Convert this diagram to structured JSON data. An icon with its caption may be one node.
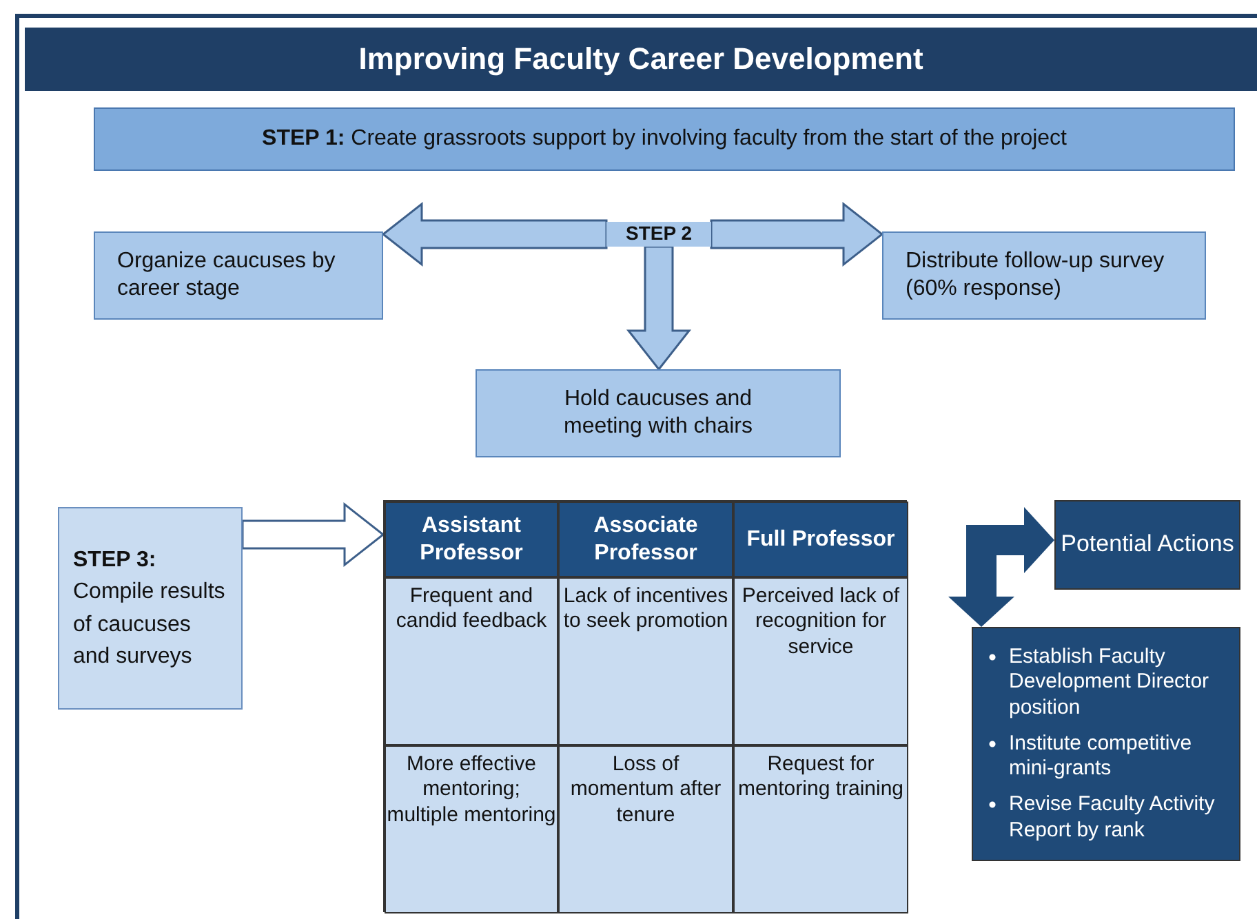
{
  "diagram": {
    "title": "Improving Faculty Career Development",
    "nodes": [
      {
        "text": [
          "**STEP 1:** Create grassroots support  by involving faculty from the start of the project"
        ]
      },
      {
        "text": [
          "Organize caucuses by career stage"
        ]
      },
      {
        "text": [
          "STEP 2"
        ]
      },
      {
        "text": [
          "Distribute follow-up survey  (60% response)"
        ]
      },
      {
        "text": [
          "Hold caucuses and meeting with chairs"
        ]
      },
      {
        "text": [
          "**STEP 3:** Compile results of caucuses and surveys"
        ]
      },
      {
        "text": [],
        "shape": "box"
      },
      {
        "text": [
          "Assistant Professor"
        ],
        "in": 6
      },
      {
        "text": [
          "Associate Professor"
        ],
        "in": 6
      },
      {
        "text": [
          "Full Professor"
        ],
        "in": 6
      },
      {
        "text": [
          "Frequent and candid feedback"
        ],
        "in": 6
      },
      {
        "text": [
          "Lack of incentives to seek promotion"
        ],
        "in": 6
      },
      {
        "text": [
          "Perceived lack of recognition for service"
        ],
        "in": 6
      },
      {
        "text": [
          "More effective mentoring; multiple mentoring"
        ],
        "in": 6
      },
      {
        "text": [
          "Loss of momentum after tenure"
        ],
        "in": 6
      },
      {
        "text": [
          "Request for mentoring training"
        ],
        "in": 6
      },
      {
        "text": [
          "Potential Actions"
        ]
      },
      {
        "text": [
          "Establish Faculty Development Director position",
          "Institute competitive mini-grants",
          "Revise Faculty Activity Report by rank"
        ]
      }
    ],
    "edges": [
      {
        "from": 2,
        "to": 1,
        "arrow": "to"
      },
      {
        "from": 2,
        "to": 3,
        "arrow": "to"
      },
      {
        "from": 2,
        "to": 4,
        "arrow": "to"
      },
      {
        "from": 5,
        "to": 6,
        "arrow": "to",
        "color": "#ffffff"
      },
      {
        "from": 17,
        "to": 16,
        "arrow": "both",
        "color": "#1f4a78"
      }
    ]
  }
}
